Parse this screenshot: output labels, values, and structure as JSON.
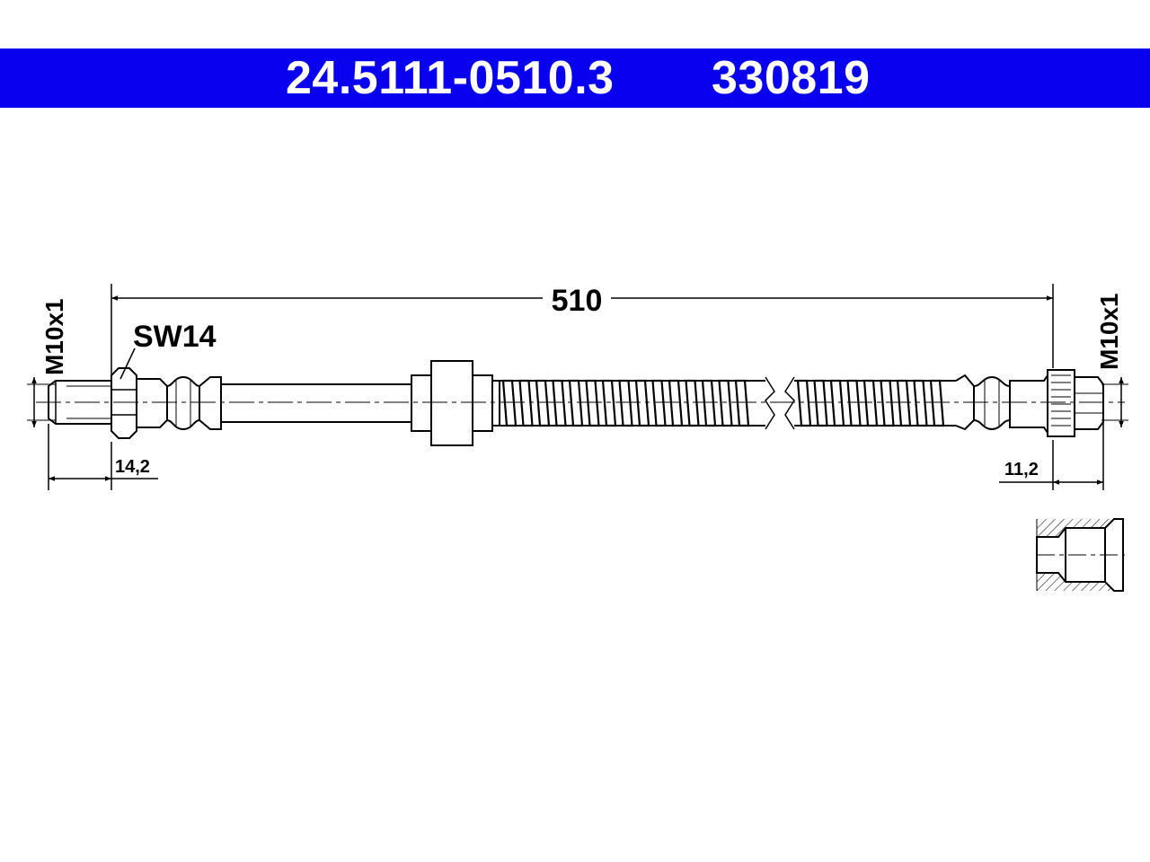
{
  "header": {
    "part_number": "24.5111-0510.3",
    "ref_number": "330819",
    "background_color": "#0a00f0",
    "text_color": "#ffffff"
  },
  "drawing": {
    "total_length": "510",
    "wrench_size": "SW14",
    "left_thread": "M10x1",
    "right_thread": "M10x1",
    "left_end_length": "14,2",
    "right_end_length": "11,2"
  }
}
